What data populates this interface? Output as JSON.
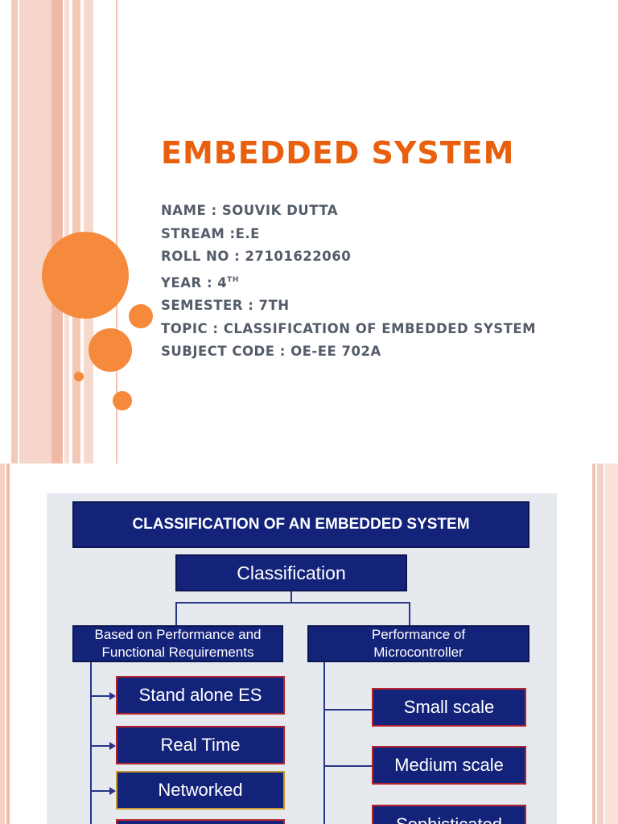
{
  "slide1": {
    "title": "EMBEDDED SYSTEM",
    "lines": {
      "name": "NAME : SOUVIK DUTTA",
      "stream": "STREAM :E.E",
      "roll": "ROLL NO : 27101622060",
      "year_prefix": "YEAR : 4",
      "year_suffix": "TH",
      "semester": "SEMESTER : 7TH",
      "topic": "TOPIC : CLASSIFICATION OF EMBEDDED SYSTEM",
      "subject": "SUBJECT CODE : OE-EE 702A"
    },
    "colors": {
      "title": "#e8600d",
      "text": "#545c69",
      "accent": "#f68a3c"
    }
  },
  "slide2": {
    "banner": "CLASSIFICATION OF AN EMBEDDED SYSTEM",
    "root": "Classification",
    "left_category": {
      "line1": "Based on Performance and",
      "line2": "Functional Requirements",
      "items": [
        "Stand alone ES",
        "Real Time",
        "Networked"
      ]
    },
    "right_category": {
      "line1": "Performance of",
      "line2": "Microcontroller",
      "items": [
        "Small scale",
        "Medium scale",
        "Sophisticated"
      ]
    },
    "colors": {
      "box": "#14237a",
      "background": "#e6e9ee"
    }
  }
}
